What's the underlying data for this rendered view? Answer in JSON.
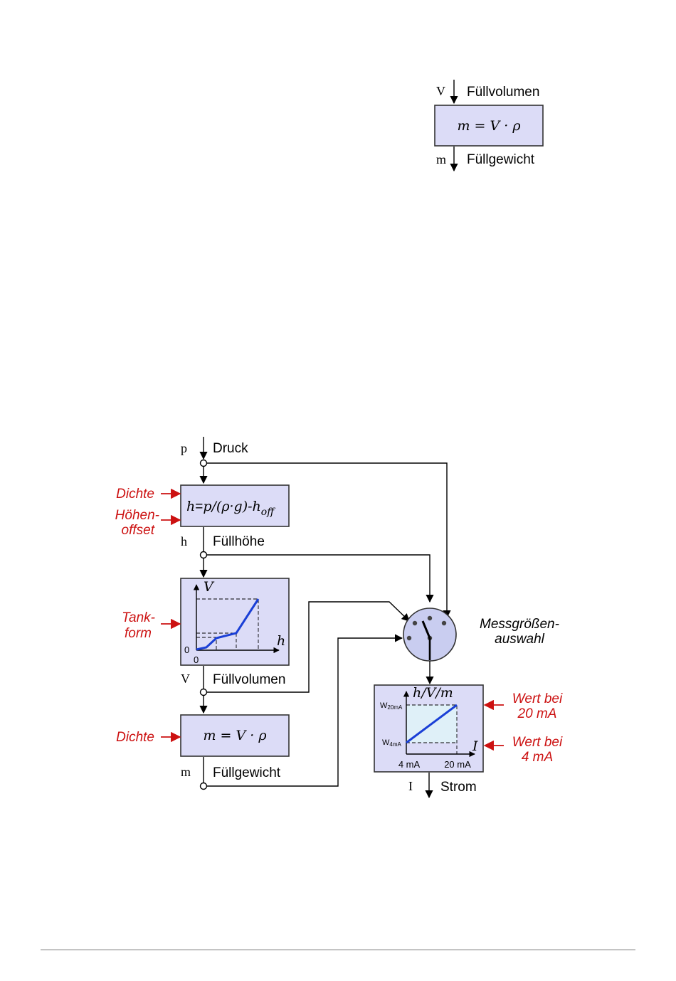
{
  "top": {
    "in_symbol": "V",
    "in_label": "Füllvolumen",
    "formula": "m = V · ρ",
    "out_symbol": "m",
    "out_label": "Füllgewicht"
  },
  "main": {
    "p_symbol": "p",
    "p_label": "Druck",
    "box1_formula_h": "h",
    "box1_formula_eq": "=",
    "box1_formula_mid": "p/(ρ·g)-h",
    "box1_formula_sub": "off",
    "h_symbol": "h",
    "h_label": "Füllhöhe",
    "tank_axis_v": "V",
    "tank_axis_h": "h",
    "tank_zero_y": "0",
    "tank_zero_x": "0",
    "v_symbol": "V",
    "v_label": "Füllvolumen",
    "box3_formula": "m = V · ρ",
    "m_symbol": "m",
    "m_label": "Füllgewicht",
    "selector_line1": "Messgrößen-",
    "selector_line2": "auswahl",
    "out_axis_y": "h/V/m",
    "out_axis_x": "I",
    "w20_main": "W",
    "w20_sub": "20mA",
    "w4_main": "W",
    "w4_sub": "4mA",
    "tick_4": "4 mA",
    "tick_20": "20 mA",
    "i_symbol": "I",
    "i_label": "Strom"
  },
  "params": {
    "dichte1": "Dichte",
    "hoehen_line1": "Höhen-",
    "hoehen_line2": "offset",
    "tank_line1": "Tank-",
    "tank_line2": "form",
    "dichte2": "Dichte",
    "wert20_line1": "Wert bei",
    "wert20_line2": "20 mA",
    "wert4_line1": "Wert bei",
    "wert4_line2": "4 mA"
  },
  "colors": {
    "box_fill": "#dcdcf7",
    "param_red": "#cc1111",
    "curve_blue": "#1a3fd6",
    "selector_fill": "#c9cdf0",
    "plot_fill": "#dff0f8"
  }
}
